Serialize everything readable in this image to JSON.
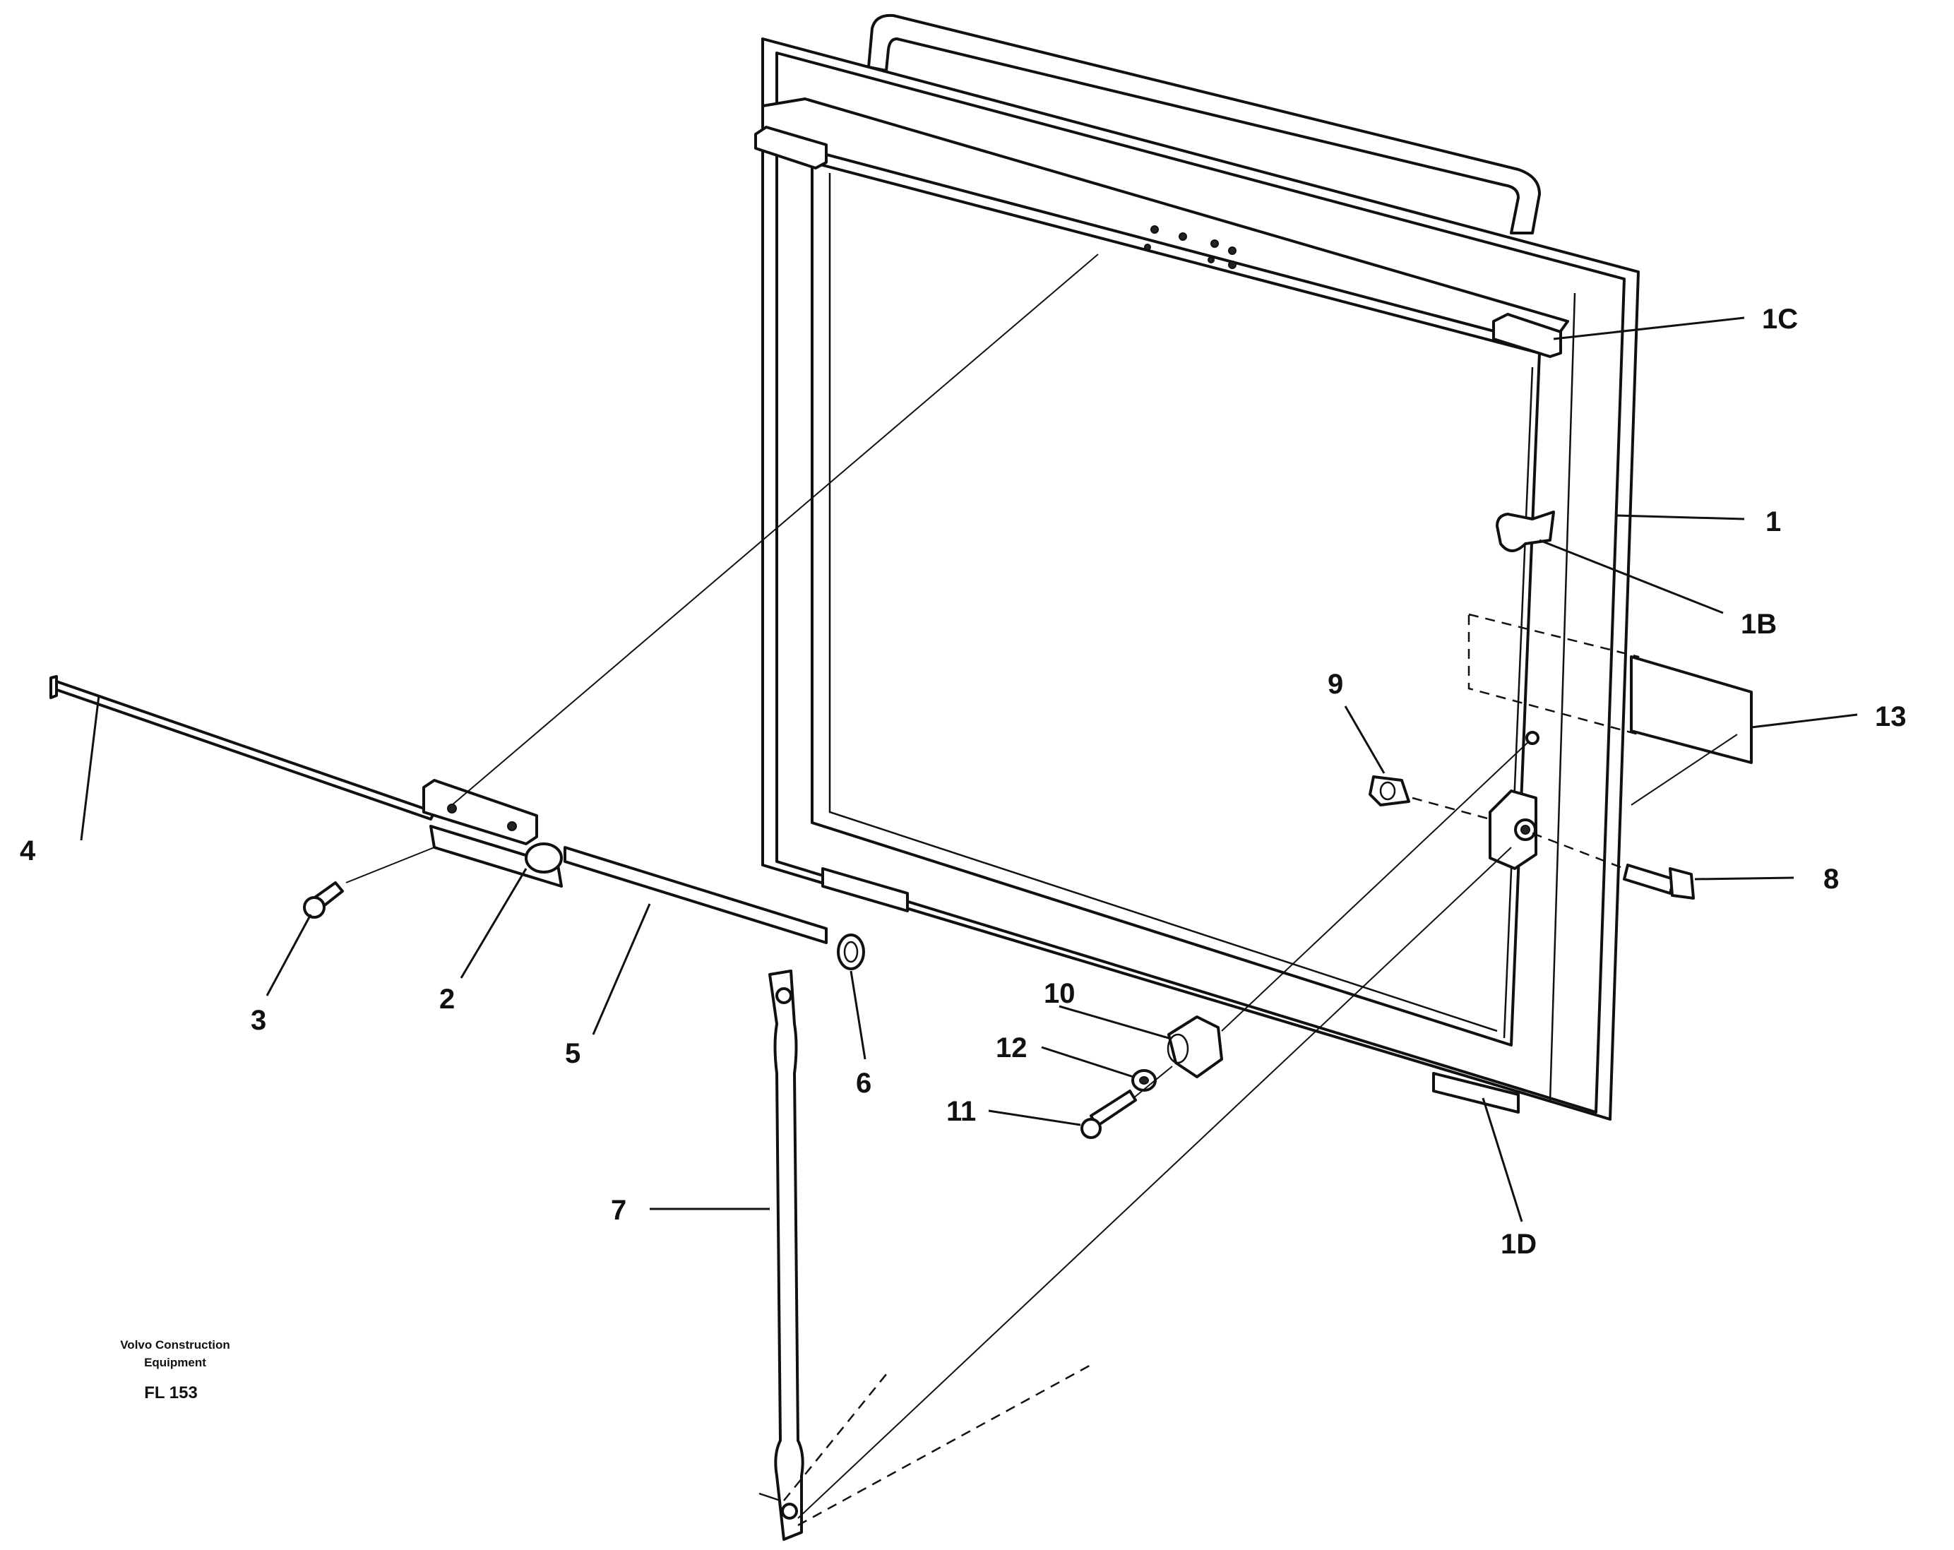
{
  "callouts": {
    "c1": "1",
    "c1B": "1B",
    "c1C": "1C",
    "c1D": "1D",
    "c2": "2",
    "c3": "3",
    "c4": "4",
    "c5": "5",
    "c6": "6",
    "c7": "7",
    "c8": "8",
    "c9": "9",
    "c10": "10",
    "c11": "11",
    "c12": "12",
    "c13": "13"
  },
  "footer": {
    "brand_line1": "Volvo Construction",
    "brand_line2": "Equipment",
    "code": "FL 153"
  }
}
